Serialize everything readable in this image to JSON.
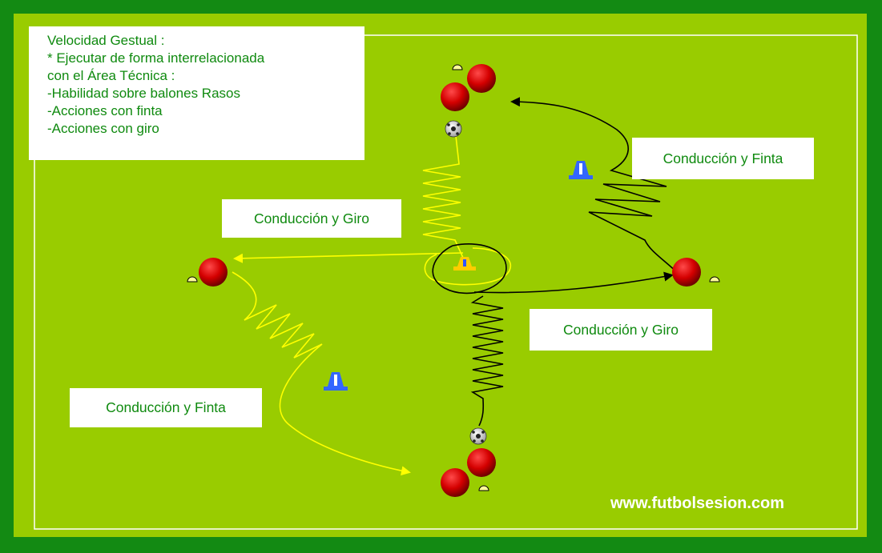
{
  "info": {
    "lines": [
      "Velocidad Gestual :",
      "* Ejecutar de forma interrelacionada",
      "con el Área Técnica :",
      "-Habilidad sobre balones Rasos",
      "-Acciones con finta",
      "-Acciones con giro"
    ]
  },
  "labels": {
    "top_right": "Conducción y Finta",
    "center_left": "Conducción y Giro",
    "center_right": "Conducción y Giro",
    "bottom_left": "Conducción y Finta"
  },
  "website": "www.futbolsesion.com",
  "colors": {
    "outer_border": "#138a13",
    "field": "#99cc00",
    "label_text": "#0f8a0f",
    "yellow_path": "#ffff00",
    "black_path": "#000000",
    "player_red": "#cc0000",
    "cone_blue": "#3366ff",
    "cone_yellow": "#ffcc00"
  }
}
